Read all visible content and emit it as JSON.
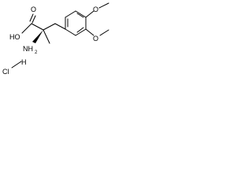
{
  "molecule": {
    "atoms": {
      "hydroxyl": "HO",
      "carbonyl_oxygen": "O",
      "amine": "NH",
      "amine_subscript": "2",
      "methoxy_3_oxygen": "O",
      "methoxy_4_oxygen": "O",
      "chloride": "Cl",
      "salt_hydrogen": "H"
    },
    "colors": {
      "ink": "#000000",
      "background": "#ffffff"
    }
  }
}
